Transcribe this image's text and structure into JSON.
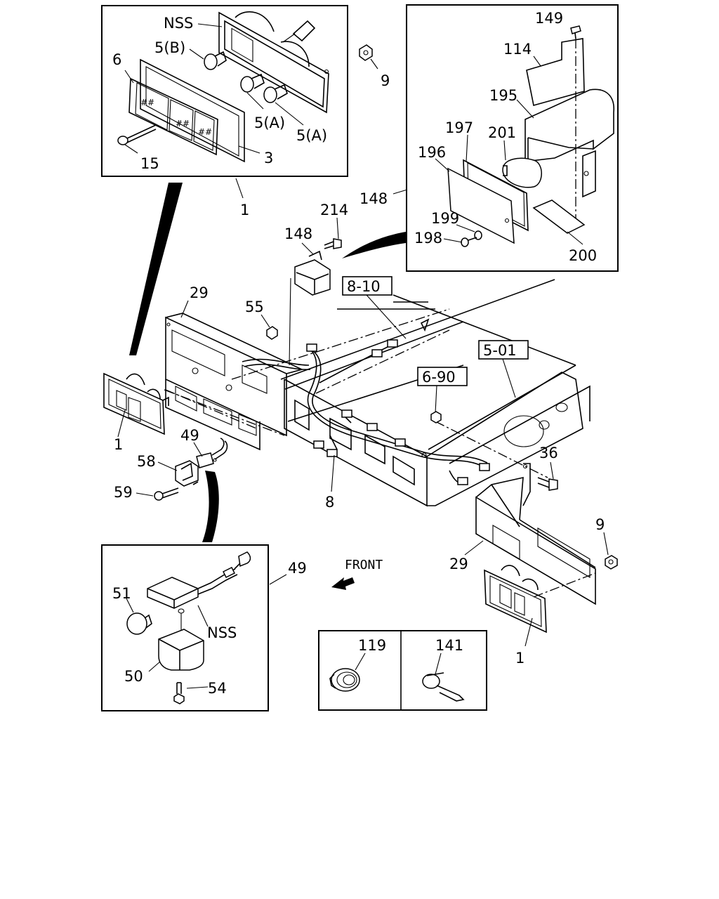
{
  "labels": {
    "nss_top": "NSS",
    "l5b": "5(B)",
    "l6": "6",
    "l9_top": "9",
    "l5a_1": "5(A)",
    "l5a_2": "5(A)",
    "l15": "15",
    "l3": "3",
    "l1_top": "1",
    "l149": "149",
    "l114": "114",
    "l195": "195",
    "l197": "197",
    "l201": "201",
    "l196": "196",
    "l148_box": "148",
    "l199": "199",
    "l198": "198",
    "l200": "200",
    "l214": "214",
    "l148": "148",
    "l29_top": "29",
    "l55": "55",
    "l1_left": "1",
    "l49": "49",
    "l58": "58",
    "l59": "59",
    "l8": "8",
    "l36": "36",
    "l9_right": "9",
    "l29_right": "29",
    "l1_right": "1",
    "l49_box": "49",
    "l51": "51",
    "nss_bottom": "NSS",
    "l50": "50",
    "l54": "54",
    "l119": "119",
    "l141": "141",
    "front": "FRONT"
  },
  "refs": {
    "r810": "8-10",
    "r501": "5-01",
    "r690": "6-90"
  }
}
